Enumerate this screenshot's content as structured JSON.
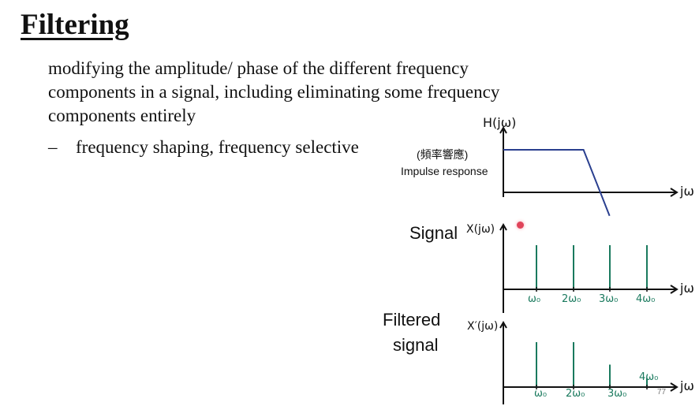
{
  "slide": {
    "title": "Filtering",
    "body": "modifying the amplitude/ phase of the different frequency components in a signal, including eliminating some frequency components entirely",
    "bullet_marker": "–",
    "bullet": "frequency shaping, frequency selective",
    "page_number": "77"
  },
  "figure": {
    "h_axis_label": "H(jω)",
    "h_note_chinese": "(頻率響應)",
    "h_note_english": "Impulse response",
    "x_axis_label": "jω",
    "signal_label": "Signal",
    "signal_axis_label": "X(jω)",
    "filtered_label_line1": "Filtered",
    "filtered_label_line2": "signal",
    "filtered_axis_label": "X′(jω)",
    "tick_labels": [
      "ω₀",
      "2ω₀",
      "3ω₀",
      "4ω₀"
    ],
    "annotation_color": "#1a7a5e",
    "curve_color": "#2a3f8f"
  },
  "chart_data": [
    {
      "type": "line",
      "name": "H(jω)",
      "description_level": "lowpass magnitude",
      "x": [
        0,
        4,
        5.3
      ],
      "y": [
        1,
        1,
        -0.55
      ]
    },
    {
      "type": "bar",
      "categories": [
        "ω₀",
        "2ω₀",
        "3ω₀",
        "4ω₀"
      ],
      "values": [
        1,
        1,
        1,
        1
      ]
    },
    {
      "type": "bar",
      "categories": [
        "ω₀",
        "2ω₀",
        "3ω₀",
        "4ω₀"
      ],
      "values": [
        1,
        1,
        0.5,
        0.2
      ]
    }
  ]
}
